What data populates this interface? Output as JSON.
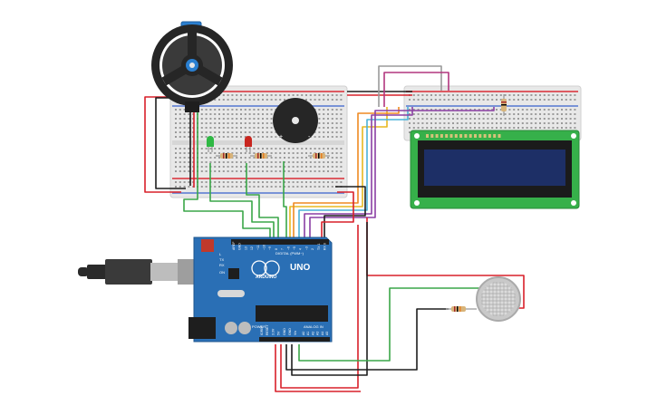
{
  "arduino": {
    "brand": "ARDUINO",
    "model": "UNO",
    "digital_label": "DIGITAL (PWM~)",
    "power_label": "POWER",
    "analog_label": "ANALOG IN",
    "tx_label": "TX",
    "rx_label": "RX",
    "l_label": "L",
    "on_label": "ON",
    "top_pins": [
      "AREF",
      "GND",
      "13",
      "12",
      "~11",
      "~10",
      "~9",
      "8",
      "7",
      "~6",
      "~5",
      "4",
      "~3",
      "2",
      "TX 1",
      "RX 0"
    ],
    "power_pins": [
      "IOREF",
      "RESET",
      "3.3V",
      "5V",
      "GND",
      "GND",
      "Vin"
    ],
    "analog_pins": [
      "A0",
      "A1",
      "A2",
      "A3",
      "A4",
      "A5"
    ]
  },
  "buzzer": {
    "plus": "+",
    "minus": "-"
  },
  "colors": {
    "wire_red": "#d9202a",
    "wire_black": "#1e1e1e",
    "wire_green": "#3aa648",
    "wire_yellow": "#e8b820",
    "wire_orange": "#ef8a22",
    "wire_purple": "#8a3fa3",
    "wire_blue": "#4ab2d8",
    "wire_gray": "#9a9a9a",
    "wire_magenta": "#b2367e",
    "board_blue": "#2a6fb5",
    "breadboard": "#e6e6e6",
    "lcd_green": "#36b04a",
    "lcd_screen": "#1d2f66"
  }
}
